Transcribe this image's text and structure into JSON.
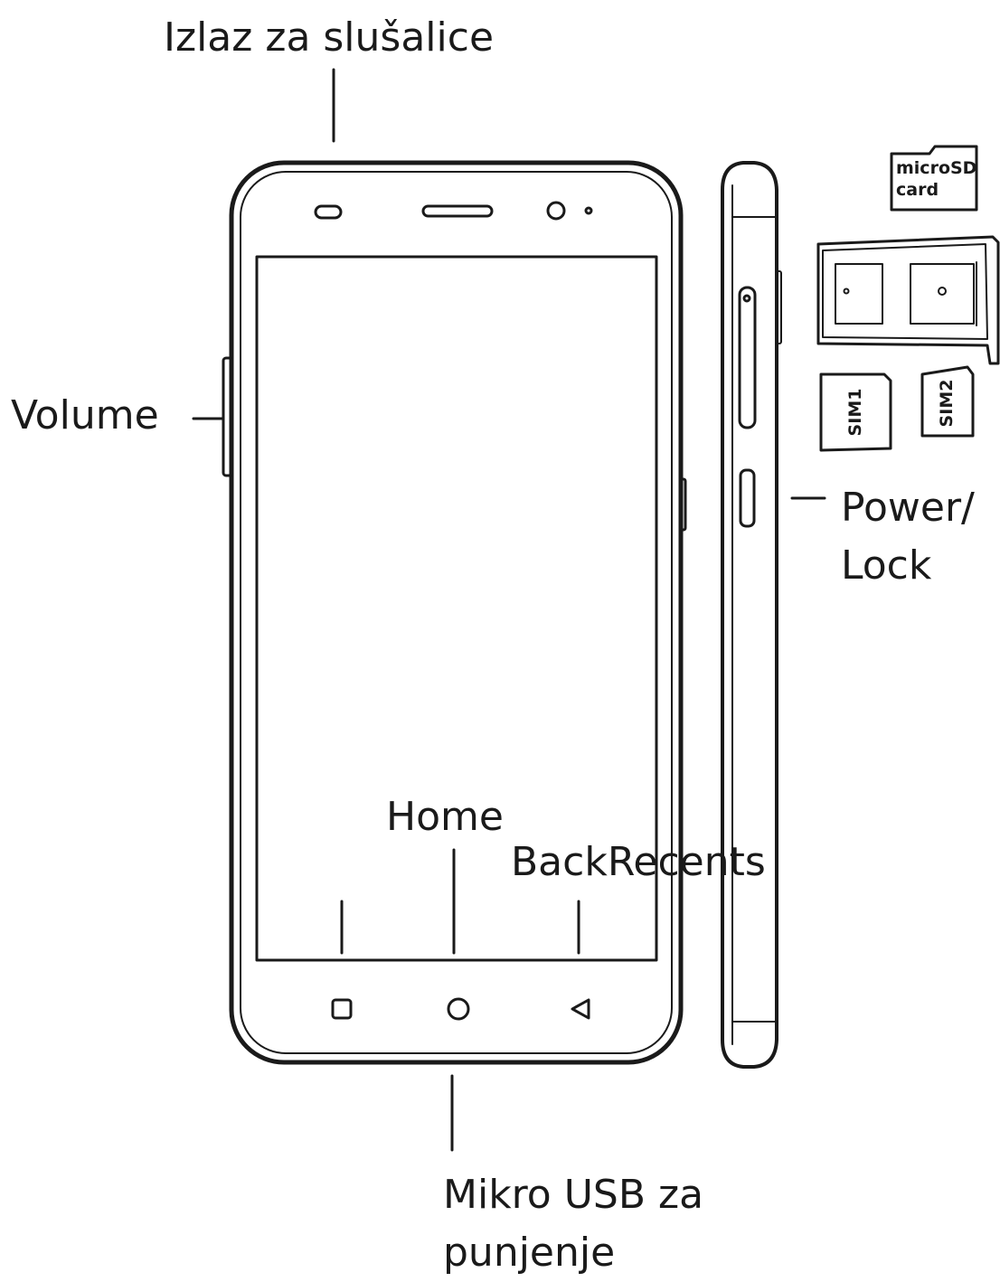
{
  "labels": {
    "headphone": "Izlaz za slušalice",
    "volume": "Volume",
    "power": "Power/\nLock",
    "home": "Home",
    "back_recents": "BackRecents",
    "usb": "Mikro USB  za\npunjenje"
  },
  "card_labels": {
    "microsd_line1": "microSD",
    "microsd_line2": "card",
    "sim1": "SIM1",
    "sim2": "SIM2"
  },
  "icons": {
    "recents": "recents-square-icon",
    "home": "home-circle-icon",
    "back": "back-triangle-icon"
  },
  "colors": {
    "line": "#1a1a1a",
    "background": "#ffffff"
  }
}
